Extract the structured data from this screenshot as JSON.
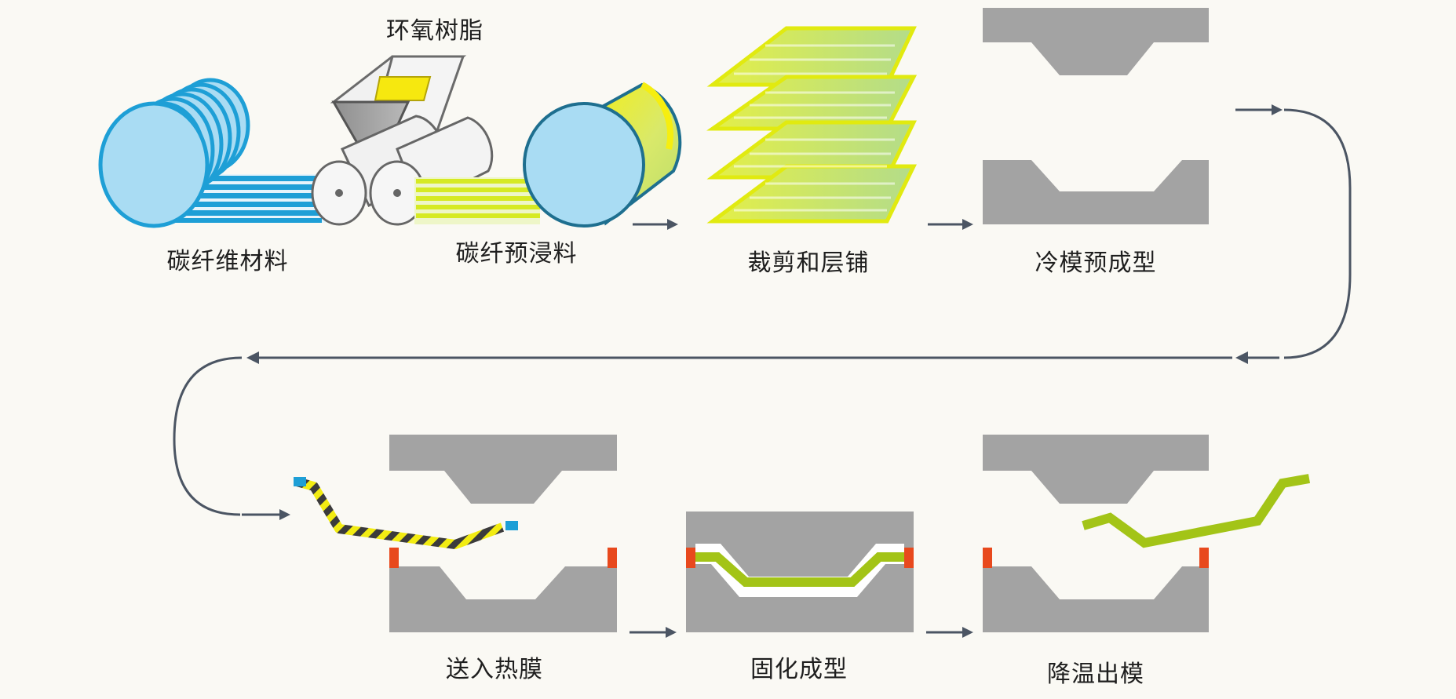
{
  "labels": {
    "epoxy": "环氧树脂",
    "carbon_fiber": "碳纤维材料",
    "prepreg": "碳纤预浸料",
    "cut_layup": "裁剪和层铺",
    "cold_preform": "冷模预成型",
    "into_hot_mold": "送入热膜",
    "curing": "固化成型",
    "cool_demold": "降温出模"
  },
  "colors": {
    "fiber_blue": "#1e9fd6",
    "roll_blue": "#a9dcf3",
    "prepreg_yellow": "#f2ec12",
    "prepreg_green": "#c8df4f",
    "part_green": "#a3c417",
    "mold_gray": "#a3a3a3",
    "stop_red": "#e8491d",
    "arrow_gray": "#4b5563"
  }
}
